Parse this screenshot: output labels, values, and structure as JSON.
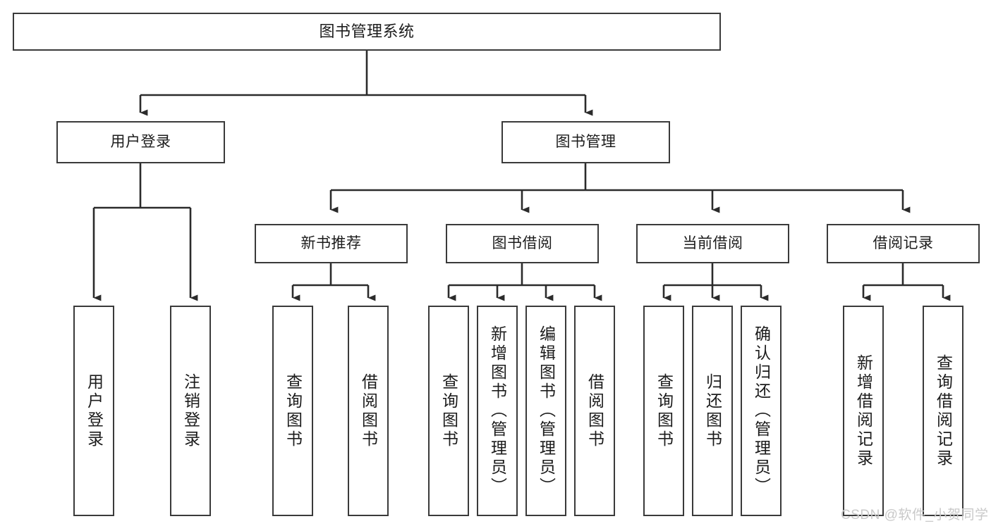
{
  "diagram": {
    "title": "图书管理系统",
    "type": "tree",
    "orientation": "top-down",
    "colors": {
      "box_stroke": "#3a3a3a",
      "box_fill": "#ffffff",
      "edge_stroke": "#2b2b2b",
      "text": "#1c1c1c",
      "watermark": "#c9c9c9"
    },
    "nodes": {
      "root": {
        "label": "图书管理系统",
        "level": 0
      },
      "level1": [
        {
          "id": "user-login",
          "label": "用户登录"
        },
        {
          "id": "book-manage",
          "label": "图书管理"
        }
      ],
      "level2": [
        {
          "id": "new-book-recommend",
          "label": "新书推荐"
        },
        {
          "id": "book-borrow",
          "label": "图书借阅"
        },
        {
          "id": "current-borrow",
          "label": "当前借阅"
        },
        {
          "id": "borrow-record",
          "label": "借阅记录"
        }
      ],
      "leaves": {
        "user-login": [
          {
            "id": "leaf-user-login",
            "label": "用户登录"
          },
          {
            "id": "leaf-logout-login",
            "label": "注销登录"
          }
        ],
        "new-book-recommend": [
          {
            "id": "leaf-query-book-1",
            "label": "查询图书"
          },
          {
            "id": "leaf-borrow-book-1",
            "label": "借阅图书"
          }
        ],
        "book-borrow": [
          {
            "id": "leaf-query-book-2",
            "label": "查询图书"
          },
          {
            "id": "leaf-add-book",
            "label": "新增图书（管理员）"
          },
          {
            "id": "leaf-edit-book",
            "label": "编辑图书（管理员）"
          },
          {
            "id": "leaf-borrow-book-2",
            "label": "借阅图书"
          }
        ],
        "current-borrow": [
          {
            "id": "leaf-query-book-3",
            "label": "查询图书"
          },
          {
            "id": "leaf-return-book",
            "label": "归还图书"
          },
          {
            "id": "leaf-confirm-return",
            "label": "确认归还（管理员）"
          }
        ],
        "borrow-record": [
          {
            "id": "leaf-add-record",
            "label": "新增借阅记录"
          },
          {
            "id": "leaf-query-record",
            "label": "查询借阅记录"
          }
        ]
      }
    }
  },
  "watermark": {
    "text": "CSDN @软件_小贺同学"
  }
}
